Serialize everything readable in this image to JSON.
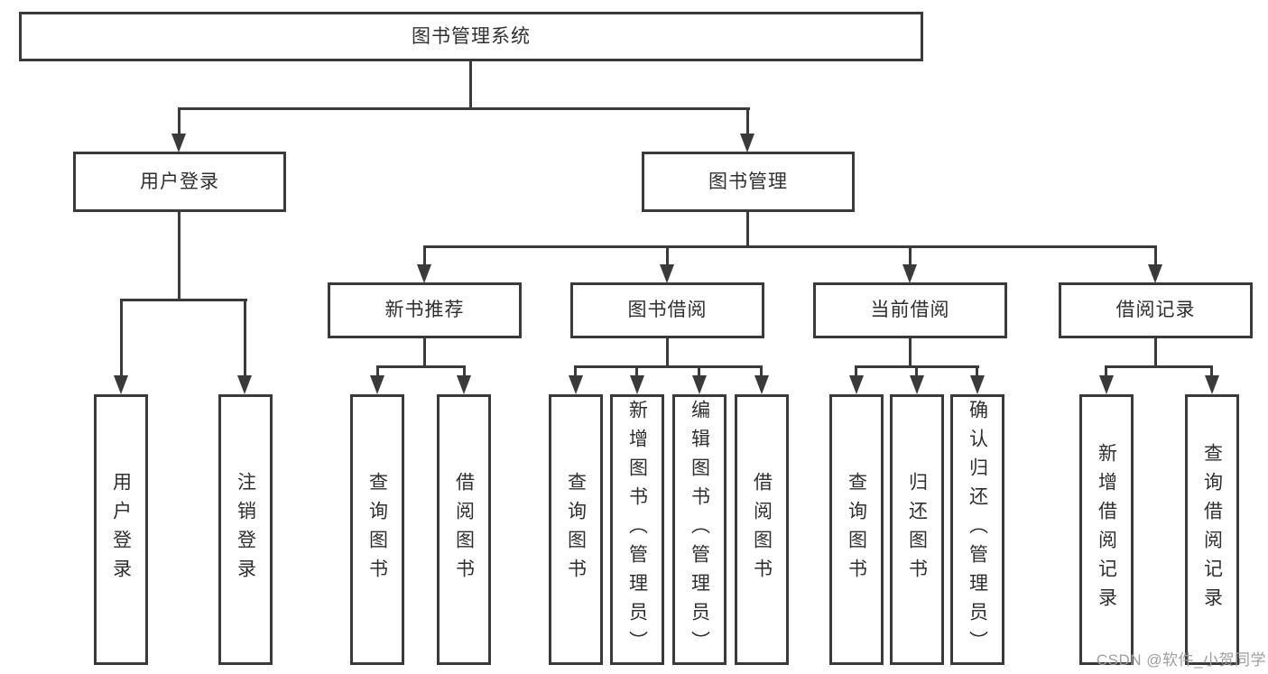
{
  "diagram_title": "图书管理系统",
  "colors": {
    "line": "#3a3a3a",
    "text": "#2f2f2f",
    "watermark": "#9e9e9e",
    "background": "#ffffff"
  },
  "watermark": "CSDN @软件_小贺同学",
  "nodes": {
    "root": {
      "label": "图书管理系统"
    },
    "level2": [
      {
        "label": "用户登录",
        "parent": "图书管理系统"
      },
      {
        "label": "图书管理",
        "parent": "图书管理系统"
      }
    ],
    "level3": [
      {
        "label": "新书推荐",
        "parent": "图书管理"
      },
      {
        "label": "图书借阅",
        "parent": "图书管理"
      },
      {
        "label": "当前借阅",
        "parent": "图书管理"
      },
      {
        "label": "借阅记录",
        "parent": "图书管理"
      }
    ],
    "leaves": [
      {
        "label": "用户登录",
        "parent": "用户登录"
      },
      {
        "label": "注销登录",
        "parent": "用户登录"
      },
      {
        "label": "查询图书",
        "parent": "新书推荐"
      },
      {
        "label": "借阅图书",
        "parent": "新书推荐"
      },
      {
        "label": "查询图书",
        "parent": "图书借阅"
      },
      {
        "label": "新增图书（管理员）",
        "parent": "图书借阅"
      },
      {
        "label": "编辑图书（管理员）",
        "parent": "图书借阅"
      },
      {
        "label": "借阅图书",
        "parent": "图书借阅"
      },
      {
        "label": "查询图书",
        "parent": "当前借阅"
      },
      {
        "label": "归还图书",
        "parent": "当前借阅"
      },
      {
        "label": "确认归还（管理员）",
        "parent": "当前借阅"
      },
      {
        "label": "新增借阅记录",
        "parent": "借阅记录"
      },
      {
        "label": "查询借阅记录",
        "parent": "借阅记录"
      }
    ]
  }
}
